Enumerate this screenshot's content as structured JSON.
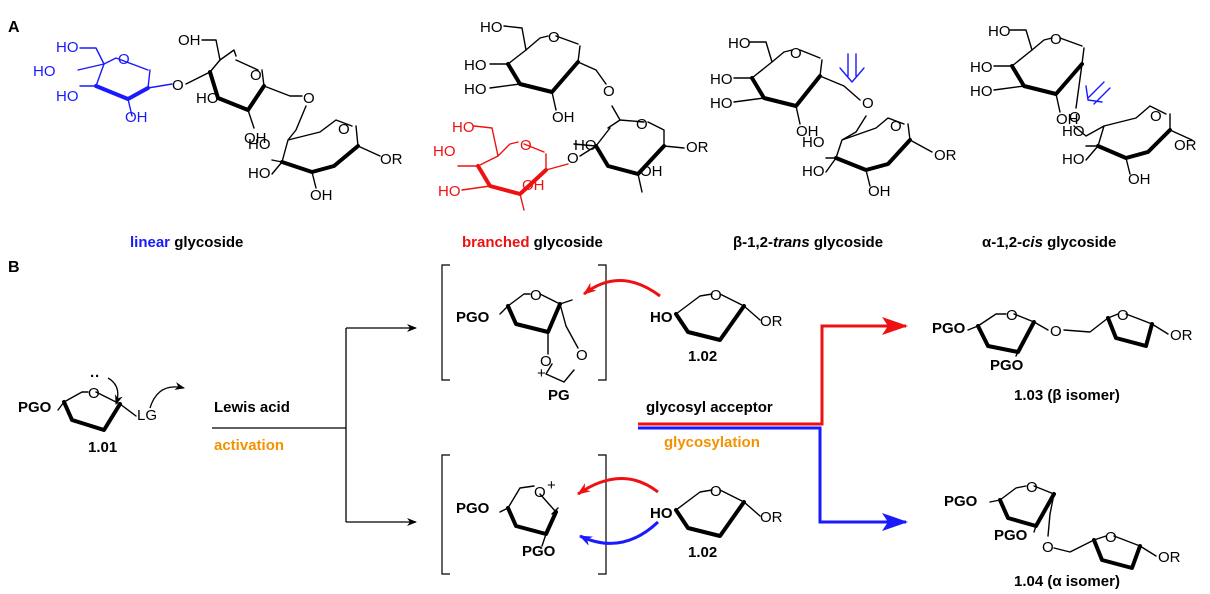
{
  "panels": {
    "a": "A",
    "b": "B"
  },
  "colors": {
    "blue": "#1a1aff",
    "red": "#ee1111",
    "orange": "#f39200",
    "black": "#000000"
  },
  "atoms": {
    "ho": "HO",
    "oh": "OH",
    "o": "O",
    "or": "OR",
    "pgo": "PGO",
    "pg": "PG",
    "lg": "LG",
    "plus": "+",
    "lone_pair": "··"
  },
  "panel_a": {
    "linear_colored": "linear",
    "linear_rest": " glycoside",
    "branched_colored": "branched",
    "branched_rest": " glycoside",
    "beta_prefix": "β-1,2-",
    "beta_italic": "trans",
    "beta_rest": " glycoside",
    "alpha_prefix": "α-1,2-",
    "alpha_italic": "cis",
    "alpha_rest": " glycoside"
  },
  "panel_b": {
    "compound_101": "1.01",
    "lewis_acid": "Lewis acid",
    "activation": "activation",
    "compound_102": "1.02",
    "glycosyl_acceptor": "glycosyl acceptor",
    "glycosylation": "glycosylation",
    "product_beta_id": "1.03",
    "product_beta_note": "(β isomer)",
    "product_alpha_id": "1.04",
    "product_alpha_note": "(α isomer)"
  }
}
